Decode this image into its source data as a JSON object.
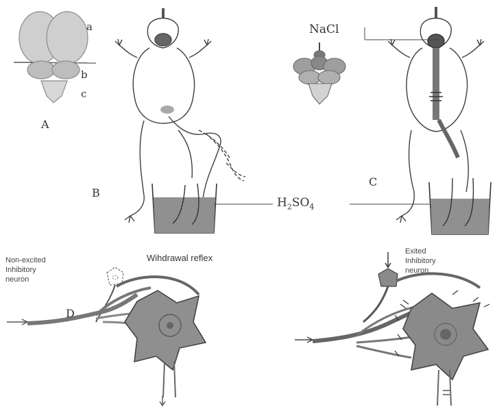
{
  "labels": {
    "a": "a",
    "b": "b",
    "c": "c",
    "A": "A",
    "B": "B",
    "C": "C",
    "D": "D",
    "nacl": "NaCl",
    "h2so4_main": "H",
    "h2so4_sub2": "2",
    "h2so4_mid": "SO",
    "h2so4_sub4": "4",
    "withdrawal": "Wihdrawal reflex",
    "nonexcited_1": "Non-excited",
    "nonexcited_2": "Inhibitory",
    "nonexcited_3": "neuron",
    "excited_1": "Exited",
    "excited_2": "Inhibitory",
    "excited_3": "neuron"
  },
  "colors": {
    "ink": "#3a3a3a",
    "gray_fill": "#8e8e8e",
    "light_fill": "#c9c9c9",
    "acid": "#7a7a7a"
  }
}
